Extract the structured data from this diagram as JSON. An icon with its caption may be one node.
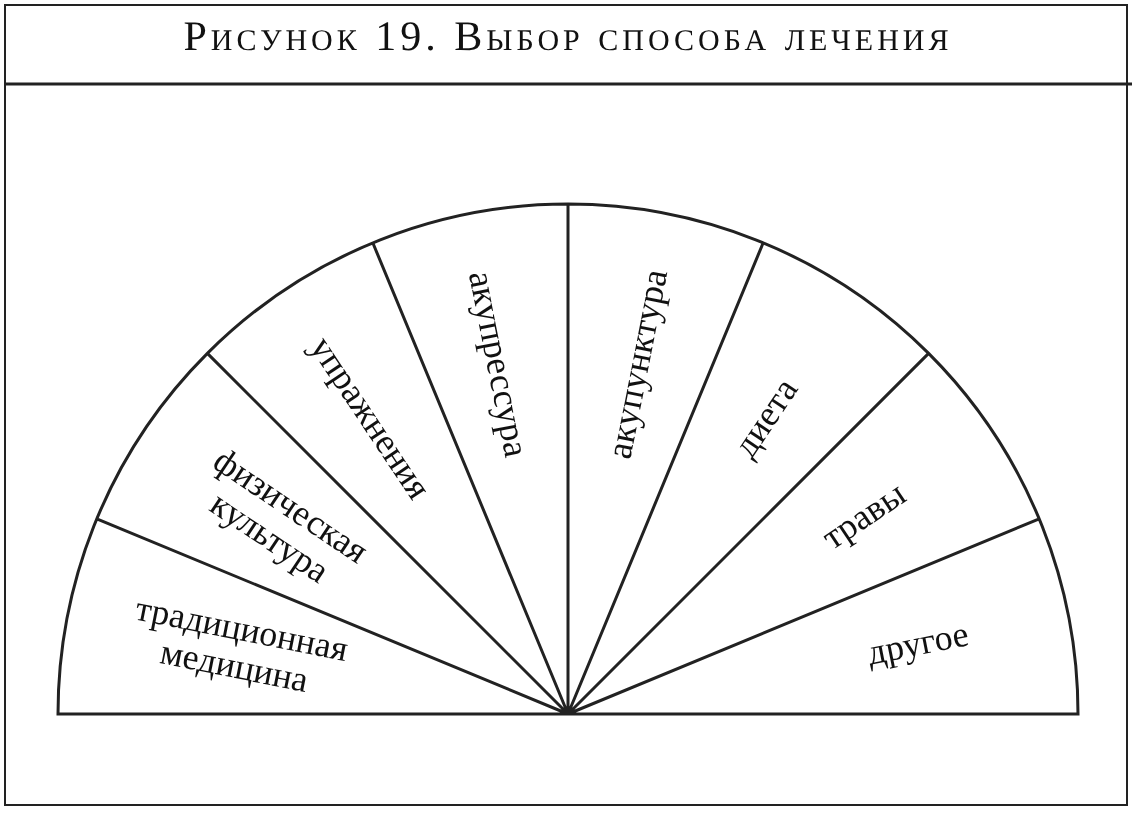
{
  "diagram": {
    "title": "Рисунок 19. Выбор способа лечения",
    "nodes": [
      {
        "text": [
          "традиционная медицина"
        ]
      },
      {
        "text": [
          "физическая культура"
        ]
      },
      {
        "text": [
          "упражнения"
        ]
      },
      {
        "text": [
          "акупрессура"
        ]
      },
      {
        "text": [
          "акупунктура"
        ]
      },
      {
        "text": [
          "диета"
        ]
      },
      {
        "text": [
          "травы"
        ]
      },
      {
        "text": [
          "другое"
        ]
      }
    ],
    "edges": []
  }
}
